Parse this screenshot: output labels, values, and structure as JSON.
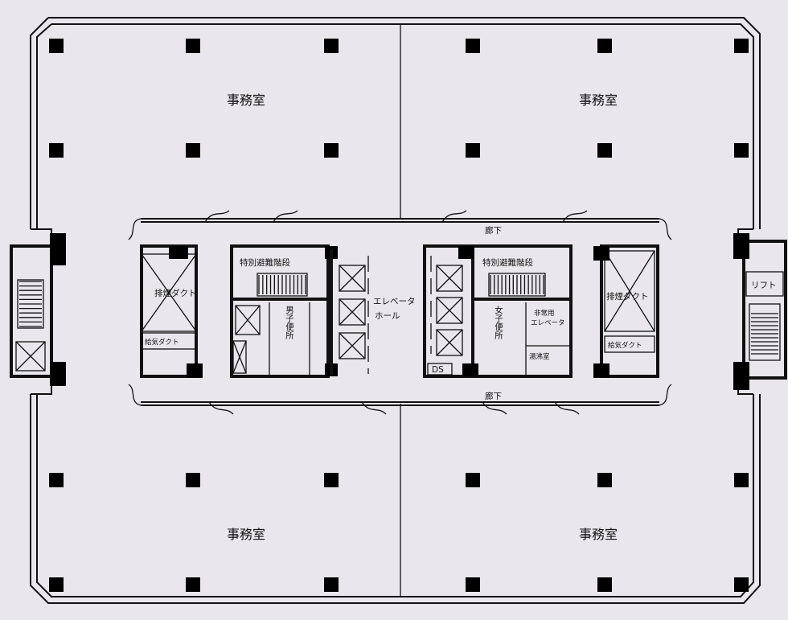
{
  "rooms": {
    "office_nw": "事務室",
    "office_ne": "事務室",
    "office_sw": "事務室",
    "office_se": "事務室",
    "corridor_north": "廊下",
    "corridor_south": "廊下",
    "stair_west": "特別避難階段",
    "stair_east": "特別避難階段",
    "smoke_duct_west": "排煙ダクト",
    "smoke_duct_east": "排煙ダクト",
    "air_duct_west": "給気ダクト",
    "air_duct_east": "給気ダクト",
    "mens_toilet": "男子便所",
    "womens_toilet": "女子便所",
    "elevator_hall_1": "エレベータ",
    "elevator_hall_2": "ホール",
    "emergency_elevator_1": "非常用",
    "emergency_elevator_2": "エレベータ",
    "kitchenette": "湯沸室",
    "ds": "DS",
    "lift": "リフト"
  }
}
